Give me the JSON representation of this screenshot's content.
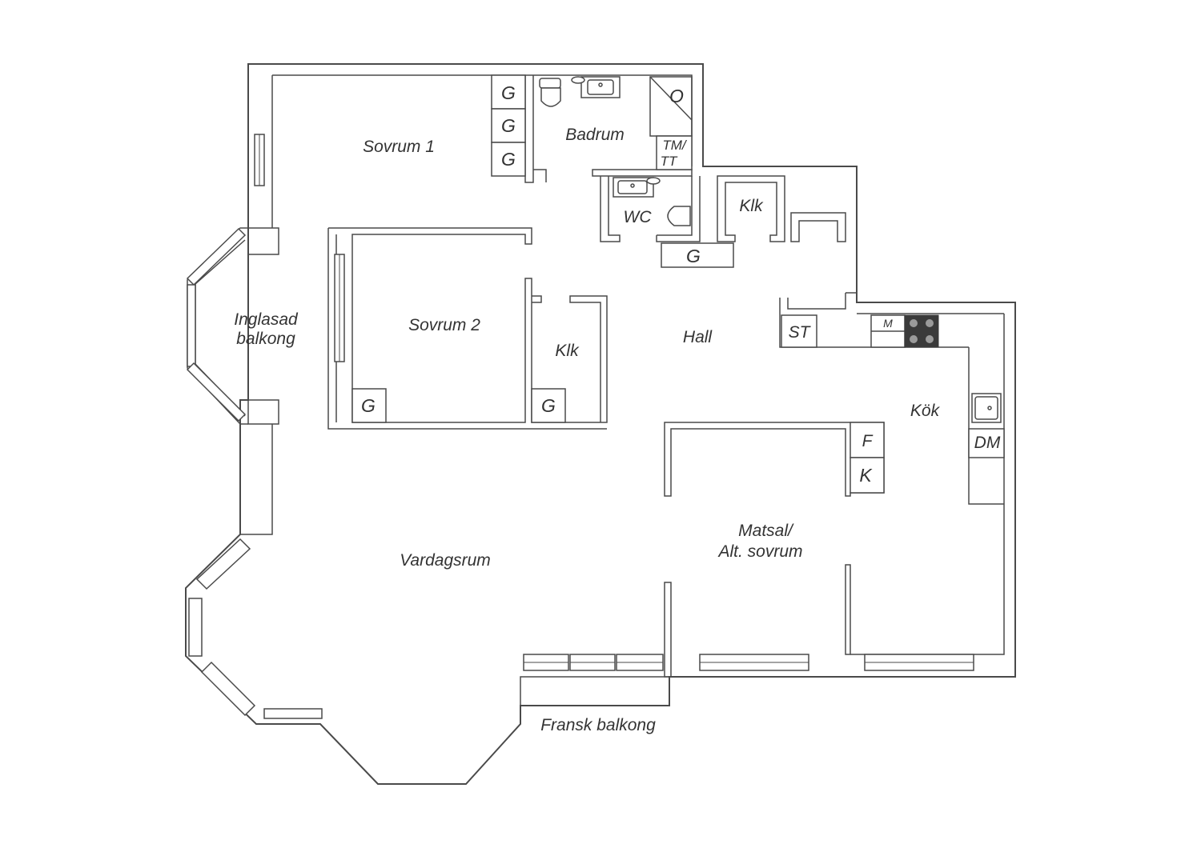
{
  "rooms": {
    "sovrum1": "Sovrum 1",
    "badrum": "Badrum",
    "wc": "WC",
    "klk_top": "Klk",
    "inglasad_line1": "Inglasad",
    "inglasad_line2": "balkong",
    "sovrum2": "Sovrum 2",
    "klk_mid": "Klk",
    "hall": "Hall",
    "kok": "Kök",
    "matsal_line1": "Matsal/",
    "matsal_line2": "Alt. sovrum",
    "vardagsrum": "Vardagsrum",
    "fransk_balkong": "Fransk balkong"
  },
  "fixtures": {
    "wardrobe": "G",
    "tm_line1": "TM/",
    "tm_line2": "TT",
    "st": "ST",
    "microwave": "M",
    "fridge": "F",
    "freezer": "K",
    "dishwasher": "DM",
    "oven": "O"
  }
}
